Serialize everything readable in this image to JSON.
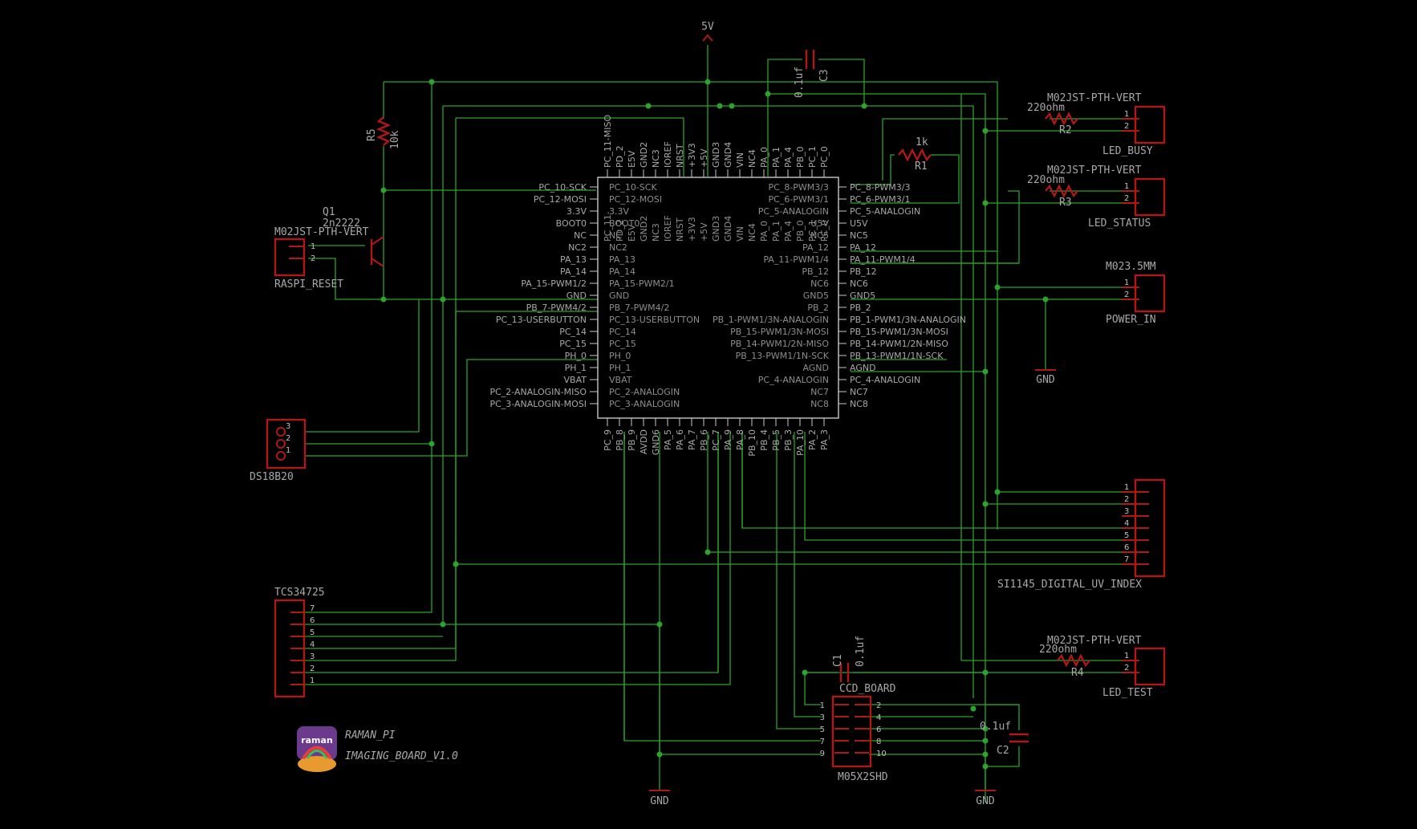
{
  "power": {
    "label": "5V"
  },
  "mcu": {
    "left_pins": [
      "PC_10-SCK",
      "PC_12-MOSI",
      "3.3V",
      "BOOT0",
      "NC",
      "NC2",
      "PA_13",
      "PA_14",
      "PA_15-PWM1/2",
      "GND",
      "PB_7-PWM4/2",
      "PC_13-USERBUTTON",
      "PC_14",
      "PC_15",
      "PH_0",
      "PH_1",
      "VBAT",
      "PC_2-ANALOGIN-MISO",
      "PC_3-ANALOGIN-MOSI"
    ],
    "right_pins": [
      "PC_8-PWM3/3",
      "PC_6-PWM3/1",
      "PC_5-ANALOGIN",
      "U5V",
      "NC5",
      "PA_12",
      "PA_11-PWM1/4",
      "PB_12",
      "NC6",
      "GND5",
      "PB_2",
      "PB_1-PWM1/3N-ANALOGIN",
      "PB_15-PWM1/3N-MOSI",
      "PB_14-PWM1/2N-MISO",
      "PB_13-PWM1/1N-SCK",
      "AGND",
      "PC_4-ANALOGIN",
      "NC7",
      "NC8"
    ],
    "top_pins": [
      "PC_11-MISO",
      "PD_2",
      "E5V",
      "GND2",
      "NC3",
      "IOREF",
      "NRST",
      "+3V3",
      "+5V",
      "GND3",
      "GND4",
      "VIN",
      "NC4",
      "PA_0",
      "PA_1",
      "PA_4",
      "PB_0",
      "PC_1",
      "PC_0"
    ],
    "bottom_pins": [
      "PC_9",
      "PB_8",
      "PB_9",
      "AVDD",
      "GND6",
      "PA_5",
      "PA_6",
      "PA_7",
      "PB_6",
      "PC_7",
      "PA_9",
      "PA_8",
      "PB_10",
      "PB_4",
      "PB_5",
      "PB_3",
      "PA_10",
      "PA_2",
      "PA_3"
    ],
    "inner_left": [
      "PC_10-SCK",
      "PC_12-MOSI",
      "3.3V",
      "BOOT0",
      "NC",
      "NC2",
      "PA_13",
      "PA_14",
      "PA_15-PWM2/1",
      "GND",
      "PB_7-PWM4/2",
      "PC_13-USERBUTTON",
      "PC_14",
      "PC_15",
      "PH_0",
      "PH_1",
      "VBAT",
      "PC_2-ANALOGIN",
      "PC_3-ANALOGIN"
    ],
    "inner_right": [
      "PC_8-PWM3/3",
      "PC_6-PWM3/1",
      "PC_5-ANALOGIN",
      "U5V",
      "NC5",
      "PA_12",
      "PA_11-PWM1/4",
      "PB_12",
      "NC6",
      "GND5",
      "PB_2",
      "PB_1-PWM1/3N-ANALOGIN",
      "PB_15-PWM1/3N-MOSI",
      "PB_14-PWM1/2N-MISO",
      "PB_13-PWM1/1N-SCK",
      "AGND",
      "PC_4-ANALOGIN",
      "NC7",
      "NC8"
    ],
    "inner_top": [
      "PC_11-MISO",
      "PD_2",
      "E5V",
      "GND2",
      "NC3",
      "IOREF",
      "NRST",
      "+3V3",
      "+5V",
      "GND3",
      "GND4",
      "VIN",
      "NC4",
      "PA_0",
      "PA_1",
      "PA_4",
      "PB_0",
      "PC_1",
      "PC_0"
    ]
  },
  "components": {
    "r5": {
      "name": "R5",
      "value": "10k"
    },
    "q1": {
      "name": "Q1",
      "value": "2n2222"
    },
    "raspi_reset": {
      "header": "M02JST-PTH-VERT",
      "name": "RASPI_RESET",
      "pins": [
        "1",
        "2"
      ]
    },
    "ds18b20": {
      "name": "DS18B20",
      "pins": [
        "3",
        "2",
        "1"
      ]
    },
    "tcs34725": {
      "name": "TCS34725",
      "pins": [
        "7",
        "6",
        "5",
        "4",
        "3",
        "2",
        "1"
      ]
    },
    "c3": {
      "name": "C3",
      "value": "0.1uf"
    },
    "r1": {
      "name": "R1",
      "value": "1k"
    },
    "led_busy": {
      "header": "M02JST-PTH-VERT",
      "name": "LED_BUSY",
      "resistor": "R2",
      "value": "220ohm",
      "pins": [
        "1",
        "2"
      ]
    },
    "led_status": {
      "header": "M02JST-PTH-VERT",
      "name": "LED_STATUS",
      "resistor": "R3",
      "value": "220ohm",
      "pins": [
        "1",
        "2"
      ]
    },
    "power_in": {
      "header": "M023.5MM",
      "name": "POWER_IN",
      "pins": [
        "1",
        "2"
      ]
    },
    "gnd_label": "GND",
    "si1145": {
      "name": "SI1145_DIGITAL_UV_INDEX",
      "pins": [
        "1",
        "2",
        "3",
        "4",
        "5",
        "6",
        "7"
      ]
    },
    "led_test": {
      "header": "M02JST-PTH-VERT",
      "name": "LED_TEST",
      "resistor": "R4",
      "value": "220ohm",
      "pins": [
        "1",
        "2"
      ]
    },
    "c1": {
      "name": "C1",
      "value": "0.1uf"
    },
    "ccd_board": {
      "name": "CCD_BOARD",
      "part": "M05X2SHD",
      "pins_left": [
        "1",
        "3",
        "5",
        "7",
        "9"
      ],
      "pins_right": [
        "2",
        "4",
        "6",
        "8",
        "10"
      ]
    },
    "c2": {
      "name": "C2",
      "value": "0.1uf"
    }
  },
  "logo": {
    "text": "raman",
    "line1": "RAMAN_PI",
    "line2": "IMAGING_BOARD_V1.0"
  },
  "colors": {
    "wire": "#2aa42a",
    "part": "#b01818",
    "text": "#a8a8a8",
    "chip": "#c8c8c8",
    "background": "#000000"
  }
}
